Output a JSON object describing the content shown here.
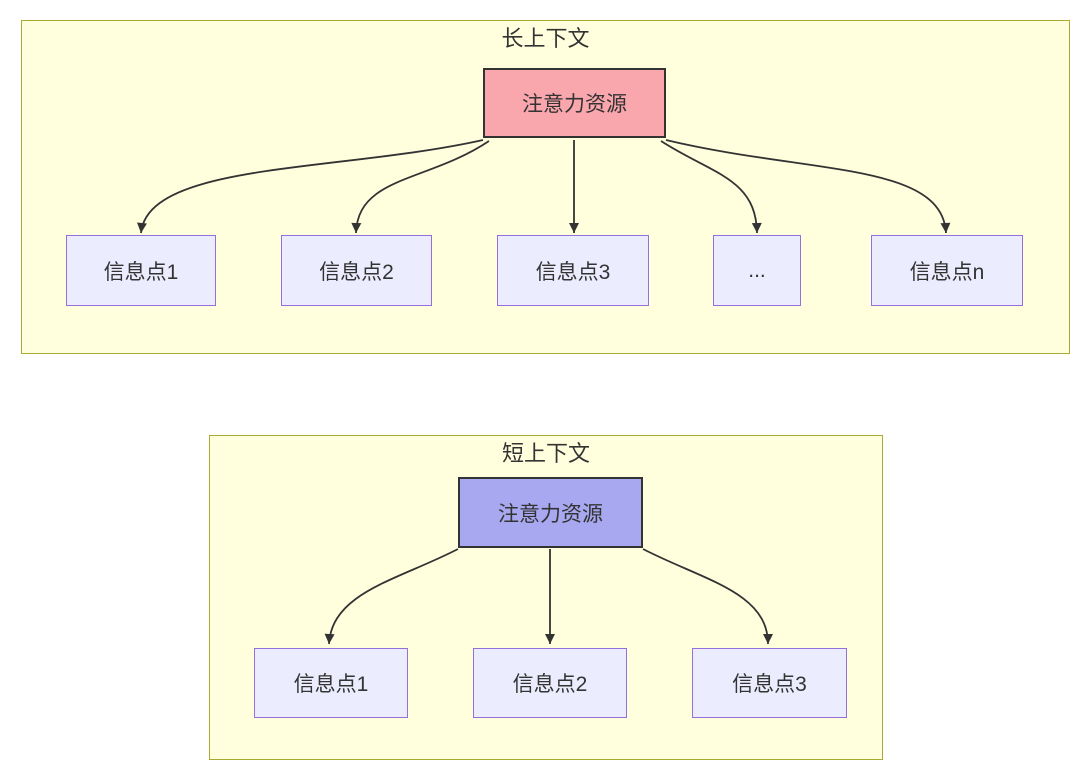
{
  "colors": {
    "cluster_fill": "#ffffde",
    "cluster_stroke": "#aaaa33",
    "node_fill": "#ececff",
    "node_stroke": "#9370db",
    "attention_long_fill": "#f9a6ad",
    "attention_short_fill": "#a8a8f0",
    "attention_stroke": "#333333",
    "edge_color": "#333333",
    "text_color": "#333333"
  },
  "long_context": {
    "title": "长上下文",
    "attention": "注意力资源",
    "nodes": [
      {
        "label": "信息点1"
      },
      {
        "label": "信息点2"
      },
      {
        "label": "信息点3"
      },
      {
        "label": "..."
      },
      {
        "label": "信息点n"
      }
    ]
  },
  "short_context": {
    "title": "短上下文",
    "attention": "注意力资源",
    "nodes": [
      {
        "label": "信息点1"
      },
      {
        "label": "信息点2"
      },
      {
        "label": "信息点3"
      }
    ]
  }
}
